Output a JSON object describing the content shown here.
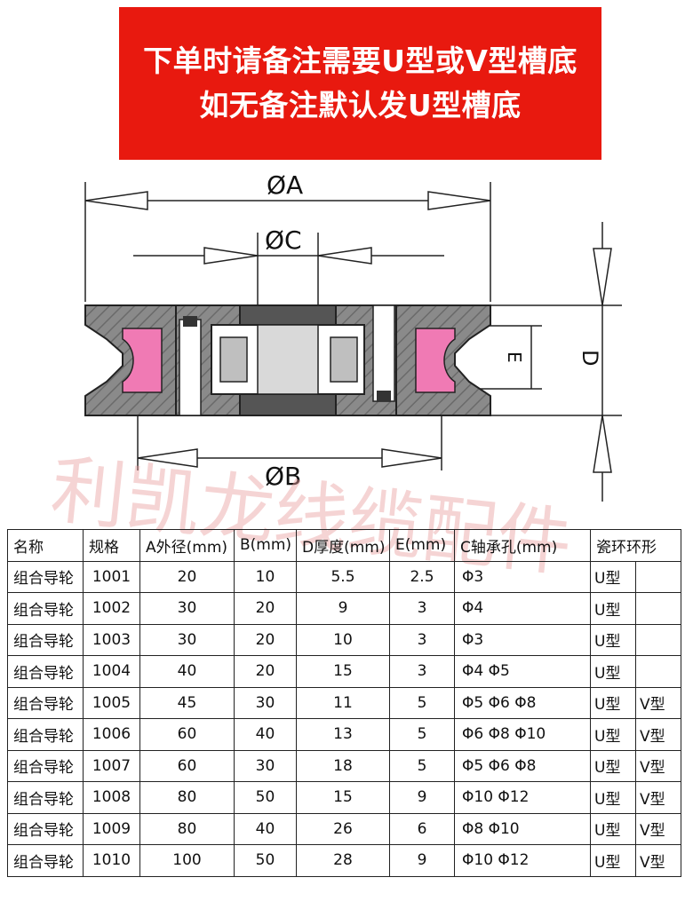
{
  "banner": {
    "line1": "下单时请备注需要U型或V型槽底",
    "line2": "如无备注默认发U型槽底"
  },
  "drawing": {
    "dim_a": "ØA",
    "dim_b": "ØB",
    "dim_c": "ØC",
    "dim_d": "D",
    "dim_e": "E"
  },
  "watermark": "利凯龙线缆配件",
  "table": {
    "headers": [
      "名称",
      "规格",
      "A外径(mm)",
      "B(mm)",
      "D厚度(mm)",
      "E(mm)",
      "C轴承孔(mm)",
      "瓷环环形"
    ],
    "rows": [
      {
        "name": "组合导轮",
        "spec": "1001",
        "a": "20",
        "b": "10",
        "d": "5.5",
        "e": "2.5",
        "c": "Φ3",
        "u": "U型",
        "v": ""
      },
      {
        "name": "组合导轮",
        "spec": "1002",
        "a": "30",
        "b": "20",
        "d": "9",
        "e": "3",
        "c": "Φ4",
        "u": "U型",
        "v": ""
      },
      {
        "name": "组合导轮",
        "spec": "1003",
        "a": "30",
        "b": "20",
        "d": "10",
        "e": "3",
        "c": "Φ3",
        "u": "U型",
        "v": ""
      },
      {
        "name": "组合导轮",
        "spec": "1004",
        "a": "40",
        "b": "20",
        "d": "15",
        "e": "3",
        "c": "Φ4 Φ5",
        "u": "U型",
        "v": ""
      },
      {
        "name": "组合导轮",
        "spec": "1005",
        "a": "45",
        "b": "30",
        "d": "11",
        "e": "5",
        "c": "Φ5 Φ6 Φ8",
        "u": "U型",
        "v": "V型"
      },
      {
        "name": "组合导轮",
        "spec": "1006",
        "a": "60",
        "b": "40",
        "d": "13",
        "e": "5",
        "c": "Φ6 Φ8 Φ10",
        "u": "U型",
        "v": "V型"
      },
      {
        "name": "组合导轮",
        "spec": "1007",
        "a": "60",
        "b": "30",
        "d": "18",
        "e": "5",
        "c": "Φ5 Φ6 Φ8",
        "u": "U型",
        "v": "V型"
      },
      {
        "name": "组合导轮",
        "spec": "1008",
        "a": "80",
        "b": "50",
        "d": "15",
        "e": "9",
        "c": "Φ10 Φ12",
        "u": "U型",
        "v": "V型"
      },
      {
        "name": "组合导轮",
        "spec": "1009",
        "a": "80",
        "b": "40",
        "d": "26",
        "e": "6",
        "c": "Φ8 Φ10",
        "u": "U型",
        "v": "V型"
      },
      {
        "name": "组合导轮",
        "spec": "1010",
        "a": "100",
        "b": "50",
        "d": "28",
        "e": "9",
        "c": "Φ10 Φ12",
        "u": "U型",
        "v": "V型"
      }
    ]
  }
}
